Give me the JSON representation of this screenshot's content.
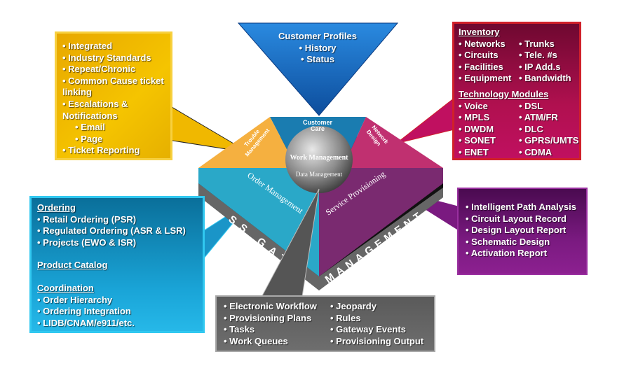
{
  "customer_profiles": {
    "title": "Customer Profiles",
    "items": [
      "History",
      "Status"
    ]
  },
  "trouble_box": {
    "items": [
      "Integrated",
      "Industry Standards",
      "Repeat/Chronic",
      "Common Cause ticket linking",
      "Escalations & Notifications"
    ],
    "sub_items": [
      "Email",
      "Page"
    ],
    "last_item": "Ticket Reporting"
  },
  "inventory_box": {
    "inventory_heading": "Inventory",
    "inventory_col1": [
      "Networks",
      "Circuits",
      "Facilities",
      "Equipment"
    ],
    "inventory_col2": [
      "Trunks",
      "Tele. #s",
      "IP Add.s",
      "Bandwidth"
    ],
    "tech_heading": "Technology Modules",
    "tech_col1": [
      "Voice",
      "MPLS",
      "DWDM",
      "SONET",
      "ENET"
    ],
    "tech_col2": [
      "DSL",
      "ATM/FR",
      "DLC",
      "GPRS/UMTS",
      "CDMA"
    ]
  },
  "order_box": {
    "ordering_heading": "Ordering",
    "ordering_items": [
      "Retail Ordering (PSR)",
      "Regulated Ordering (ASR & LSR)",
      "Projects (EWO & ISR)"
    ],
    "catalog_heading": "Product Catalog",
    "coordination_heading": "Coordination",
    "coordination_items": [
      "Order Hierarchy",
      "Ordering Integration",
      "LIDB/CNAM/e911/etc."
    ]
  },
  "provisioning_box": {
    "items": [
      "Intelligent Path Analysis",
      "Circuit Layout Record",
      "Design Layout Report",
      "Schematic Design",
      "Activation Report"
    ]
  },
  "workflow_box": {
    "col1": [
      "Electronic Workflow",
      "Provisioning Plans",
      "Tasks",
      "Work Queues"
    ],
    "col2": [
      "Jeopardy",
      "Rules",
      "Gateway Events",
      "Provisioning Output"
    ]
  },
  "platform": {
    "customer_care": [
      "Customer",
      "Care"
    ],
    "trouble_management": [
      "Trouble",
      "Management"
    ],
    "network_design": [
      "Network",
      "Design"
    ],
    "order_management": "Order Management",
    "service_provisioning": "Service Provisioning",
    "work_management": "Work Management",
    "data_management": "Data Management",
    "base_left": "SS GAT",
    "base_right": "MANAGEMENT"
  },
  "colors": {
    "yellow": "#f5c400",
    "blue": "#1e6fc0",
    "magenta": "#b0104f",
    "cyan": "#1aa5d8",
    "purple": "#7a1a80",
    "gray": "#6e6e6e"
  }
}
